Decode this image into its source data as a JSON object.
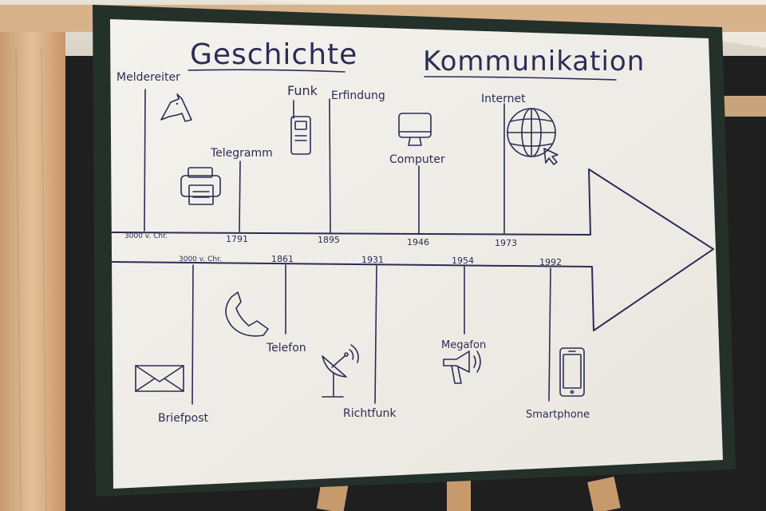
{
  "title": {
    "word1": "Geschichte",
    "word2": "Kommunikation"
  },
  "timeline_top": [
    {
      "id": "meldereiter",
      "label": "Meldereiter",
      "year": "3000 v. Chr.",
      "icon": "horse-icon"
    },
    {
      "id": "telegramm",
      "label": "Telegramm",
      "year": "1791",
      "icon": "printer-icon"
    },
    {
      "id": "funk",
      "label": "Funk",
      "label2": "Erfindung",
      "year": "1895",
      "icon": "walkie-talkie-icon"
    },
    {
      "id": "computer",
      "label": "Computer",
      "year": "1946",
      "icon": "monitor-icon"
    },
    {
      "id": "internet",
      "label": "Internet",
      "year": "1973",
      "icon": "globe-cursor-icon"
    }
  ],
  "timeline_bottom": [
    {
      "id": "briefpost",
      "label": "Briefpost",
      "year": "3000 v. Chr.",
      "icon": "envelope-icon"
    },
    {
      "id": "telefon",
      "label": "Telefon",
      "year": "1861",
      "icon": "phone-handset-icon"
    },
    {
      "id": "richtfunk",
      "label": "Richtfunk",
      "year": "1931",
      "icon": "satellite-dish-icon"
    },
    {
      "id": "megafon",
      "label": "Megafon",
      "year": "1954",
      "icon": "megaphone-icon"
    },
    {
      "id": "smartphone",
      "label": "Smartphone",
      "year": "1992",
      "icon": "smartphone-icon"
    }
  ],
  "colors": {
    "ink": "#2b2d55",
    "paper": "#f2f0eb",
    "frame": "#24302a",
    "wood": "#d9b48c"
  }
}
